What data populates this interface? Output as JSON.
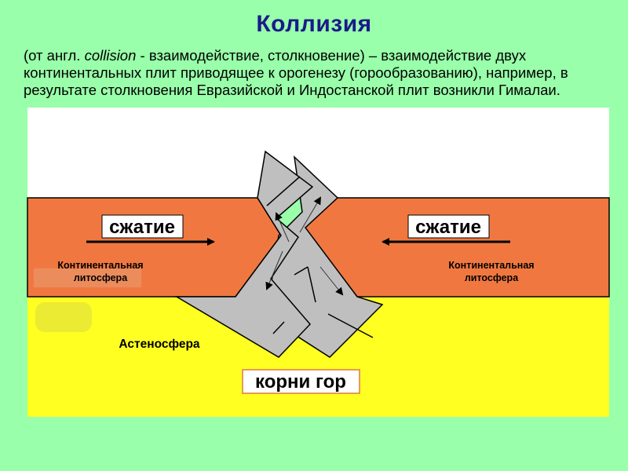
{
  "title": "Коллизия",
  "description": {
    "prefix": "(от англ. ",
    "term": "collision",
    "suffix": " -  взаимодействие, столкновение) – взаимодействие двух континентальных плит приводящее к орогенезу (горообразованию), например, в результате столкновения Евразийской и Индостанской плит возникли Гималаи."
  },
  "diagram": {
    "left_compression": "сжатие",
    "right_compression": "сжатие",
    "left_lithosphere_line1": "Континентальная",
    "left_lithosphere_line2": "литосфера",
    "right_lithosphere_line1": "Континентальная",
    "right_lithosphere_line2": "литосфера",
    "asthenosphere": "Астеносфера",
    "mountain_roots": "корни  гор"
  },
  "colors": {
    "background": "#99ffaa",
    "sky": "#ffffff",
    "lithosphere": "#f07840",
    "asthenosphere": "#ffff22",
    "crust_block": "#bfbfbf",
    "label_box": "#ffffff",
    "title": "#1a1a8a"
  }
}
